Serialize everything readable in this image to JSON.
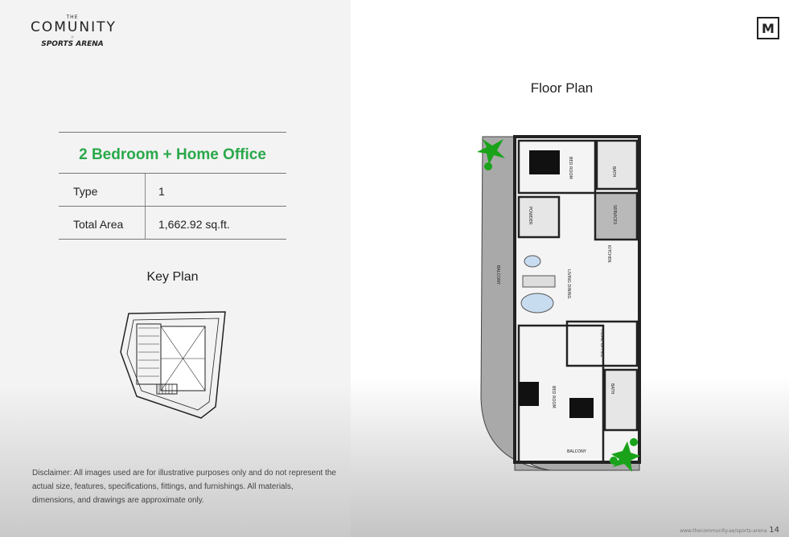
{
  "brand": {
    "the": "THE",
    "name": "COMUNITY",
    "x": "×",
    "partner": "SPORTS ARENA",
    "monogram": "M",
    "accent": "#2aa84a"
  },
  "unit": {
    "title": "2 Bedroom + Home Office",
    "rows": [
      {
        "label": "Type",
        "value": "1"
      },
      {
        "label": "Total Area",
        "value": "1,662.92 sq.ft."
      }
    ]
  },
  "key_plan": {
    "title": "Key Plan"
  },
  "floor_plan": {
    "title": "Floor Plan",
    "rooms": {
      "bedroom1": "BED ROOM",
      "bath1": "BATH",
      "powder": "POWDER",
      "services": "SERVICES",
      "kitchen": "KITCHEN",
      "living": "LIVING DINING",
      "office": "HOME OFFICE",
      "bedroom2": "BED ROOM",
      "bath2": "BATH",
      "balcony_side": "BALCONY",
      "balcony_bottom": "BALCONY"
    }
  },
  "disclaimer": "Disclaimer: All images used are for illustrative purposes only and do not represent the actual size, features, specifications, fittings, and furnishings. All materials, dimensions, and drawings are approximate only.",
  "footer": {
    "url": "www.thecommunity.ae/sports-arena",
    "page": "14"
  }
}
